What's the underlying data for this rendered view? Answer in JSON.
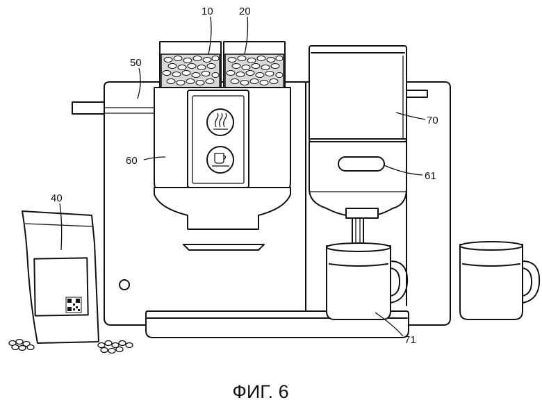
{
  "figure": {
    "caption": "ФИГ. 6",
    "labels": {
      "grinder_left": "10",
      "grinder_right": "20",
      "bag": "40",
      "top_panel": "50",
      "front_housing": "60",
      "control_window": "61",
      "water_tank": "70",
      "cup": "71"
    }
  },
  "icons": [
    "steam-icon",
    "coffee-cup-icon",
    "qr-code-icon"
  ]
}
